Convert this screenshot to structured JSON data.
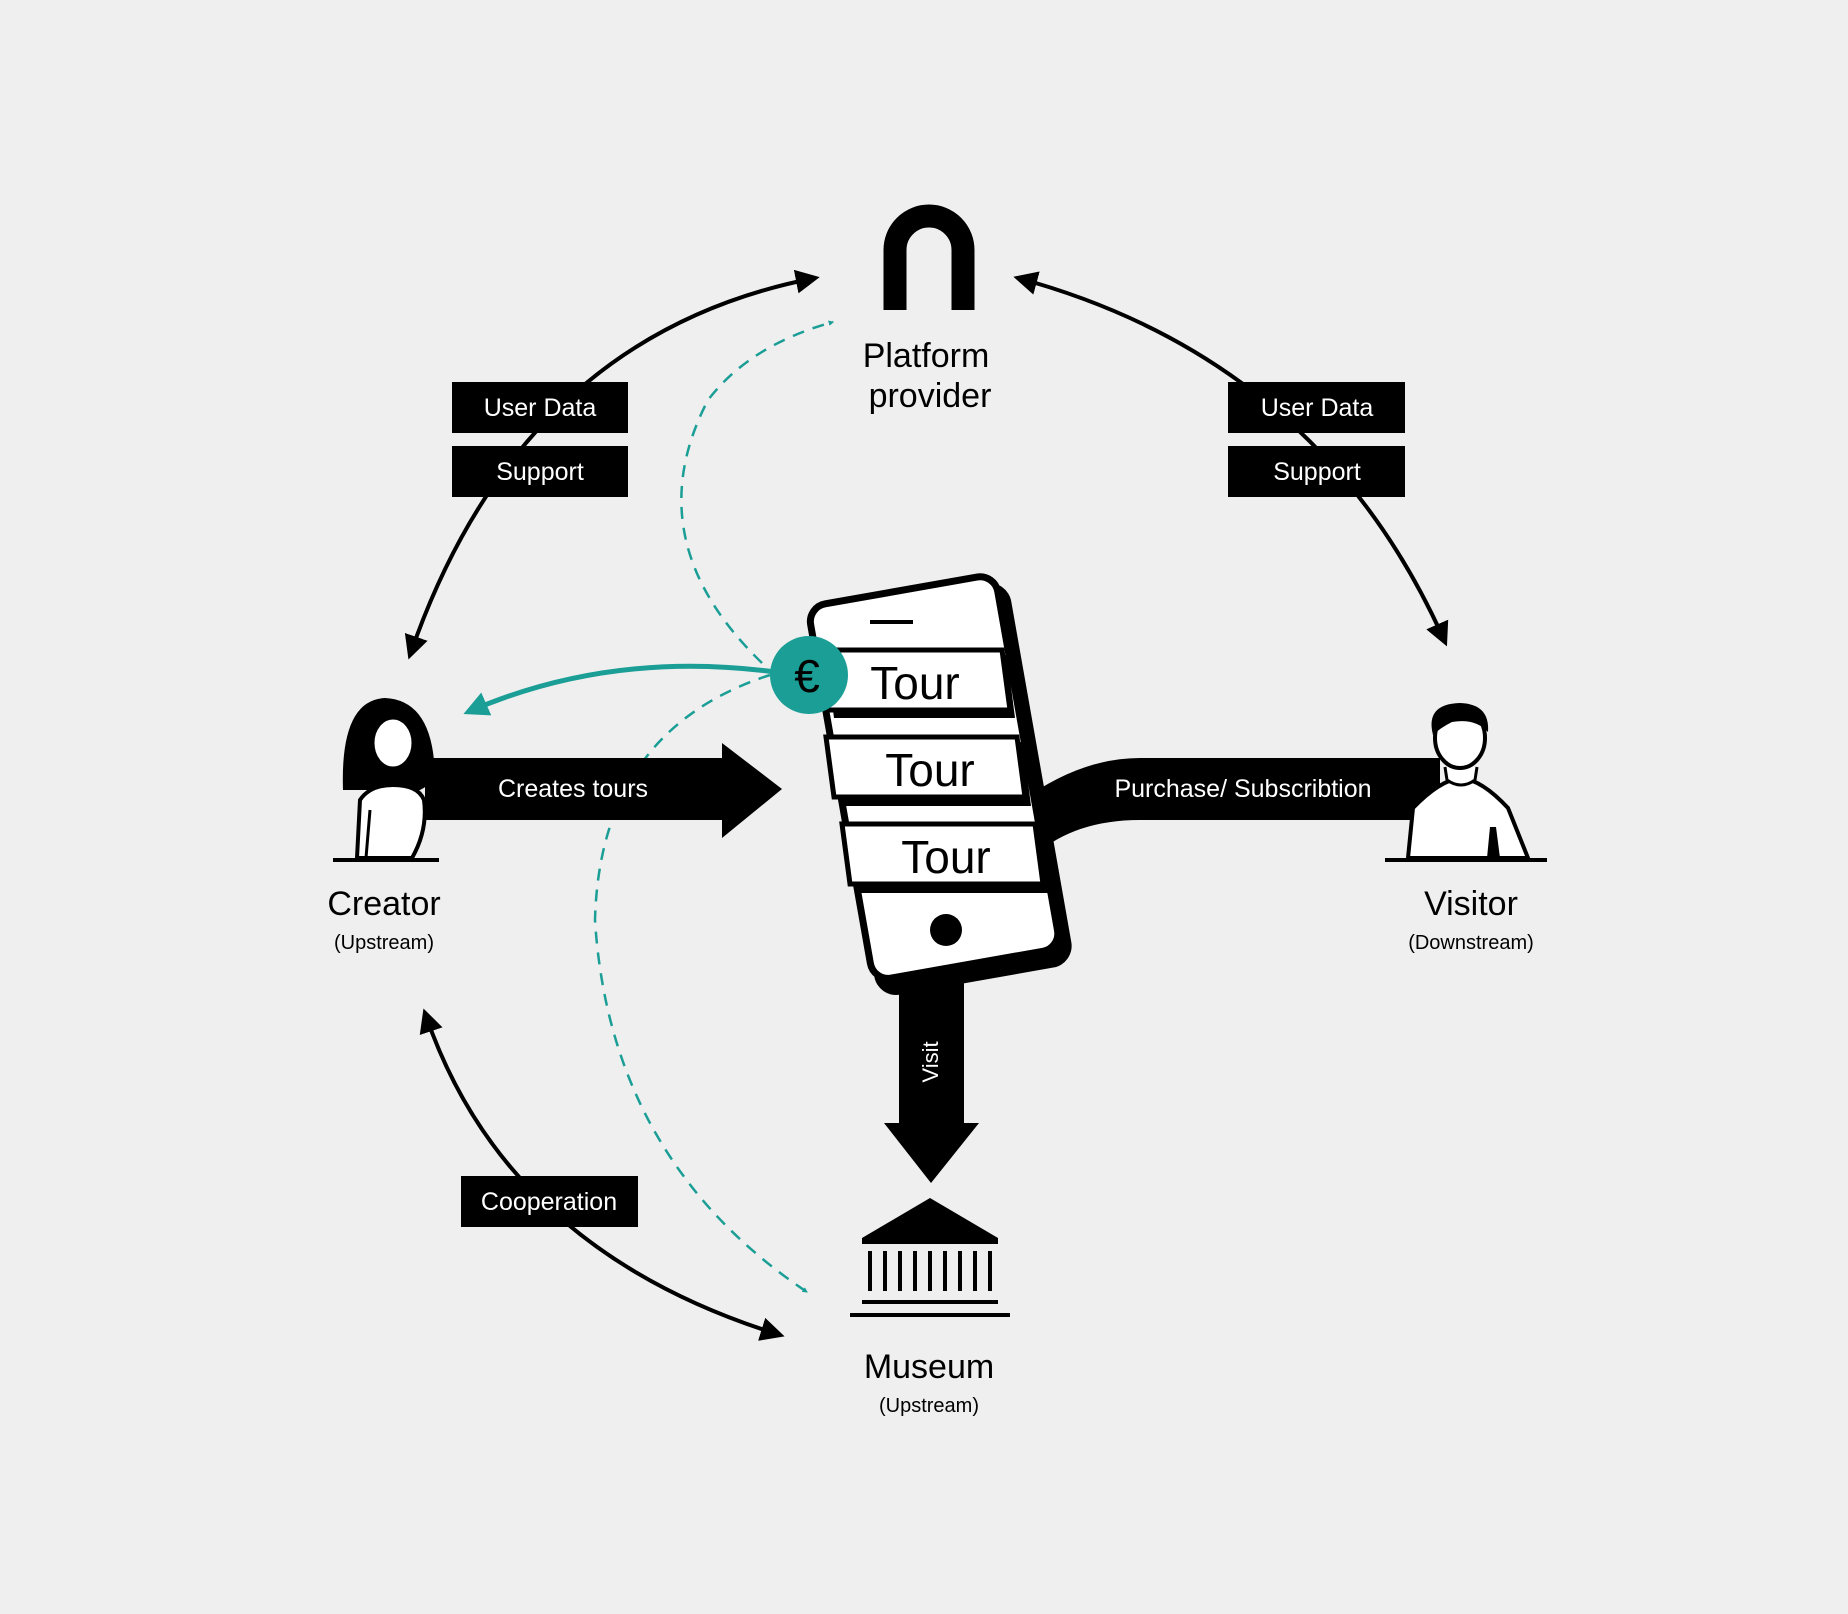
{
  "colors": {
    "background": "#efefef",
    "ink": "#000000",
    "accent": "#1a9e96",
    "paper": "#ffffff"
  },
  "nodes": {
    "platform": {
      "line1": "Platform",
      "line2": "provider",
      "icon": "magnet-icon"
    },
    "creator": {
      "title": "Creator",
      "role": "(Upstream)",
      "icon": "woman-icon"
    },
    "visitor": {
      "title": "Visitor",
      "role": "(Downstream)",
      "icon": "man-icon"
    },
    "museum": {
      "title": "Museum",
      "role": "(Upstream)",
      "icon": "museum-icon"
    }
  },
  "phone": {
    "tours": [
      "Tour",
      "Tour",
      "Tour"
    ],
    "coin_symbol": "€"
  },
  "arrows": {
    "creates": "Creates tours",
    "purchase": "Purchase/ Subscribtion",
    "visit": "Visit"
  },
  "tags": {
    "left_user_data": "User Data",
    "left_support": "Support",
    "right_user_data": "User Data",
    "right_support": "Support",
    "cooperation": "Cooperation"
  }
}
